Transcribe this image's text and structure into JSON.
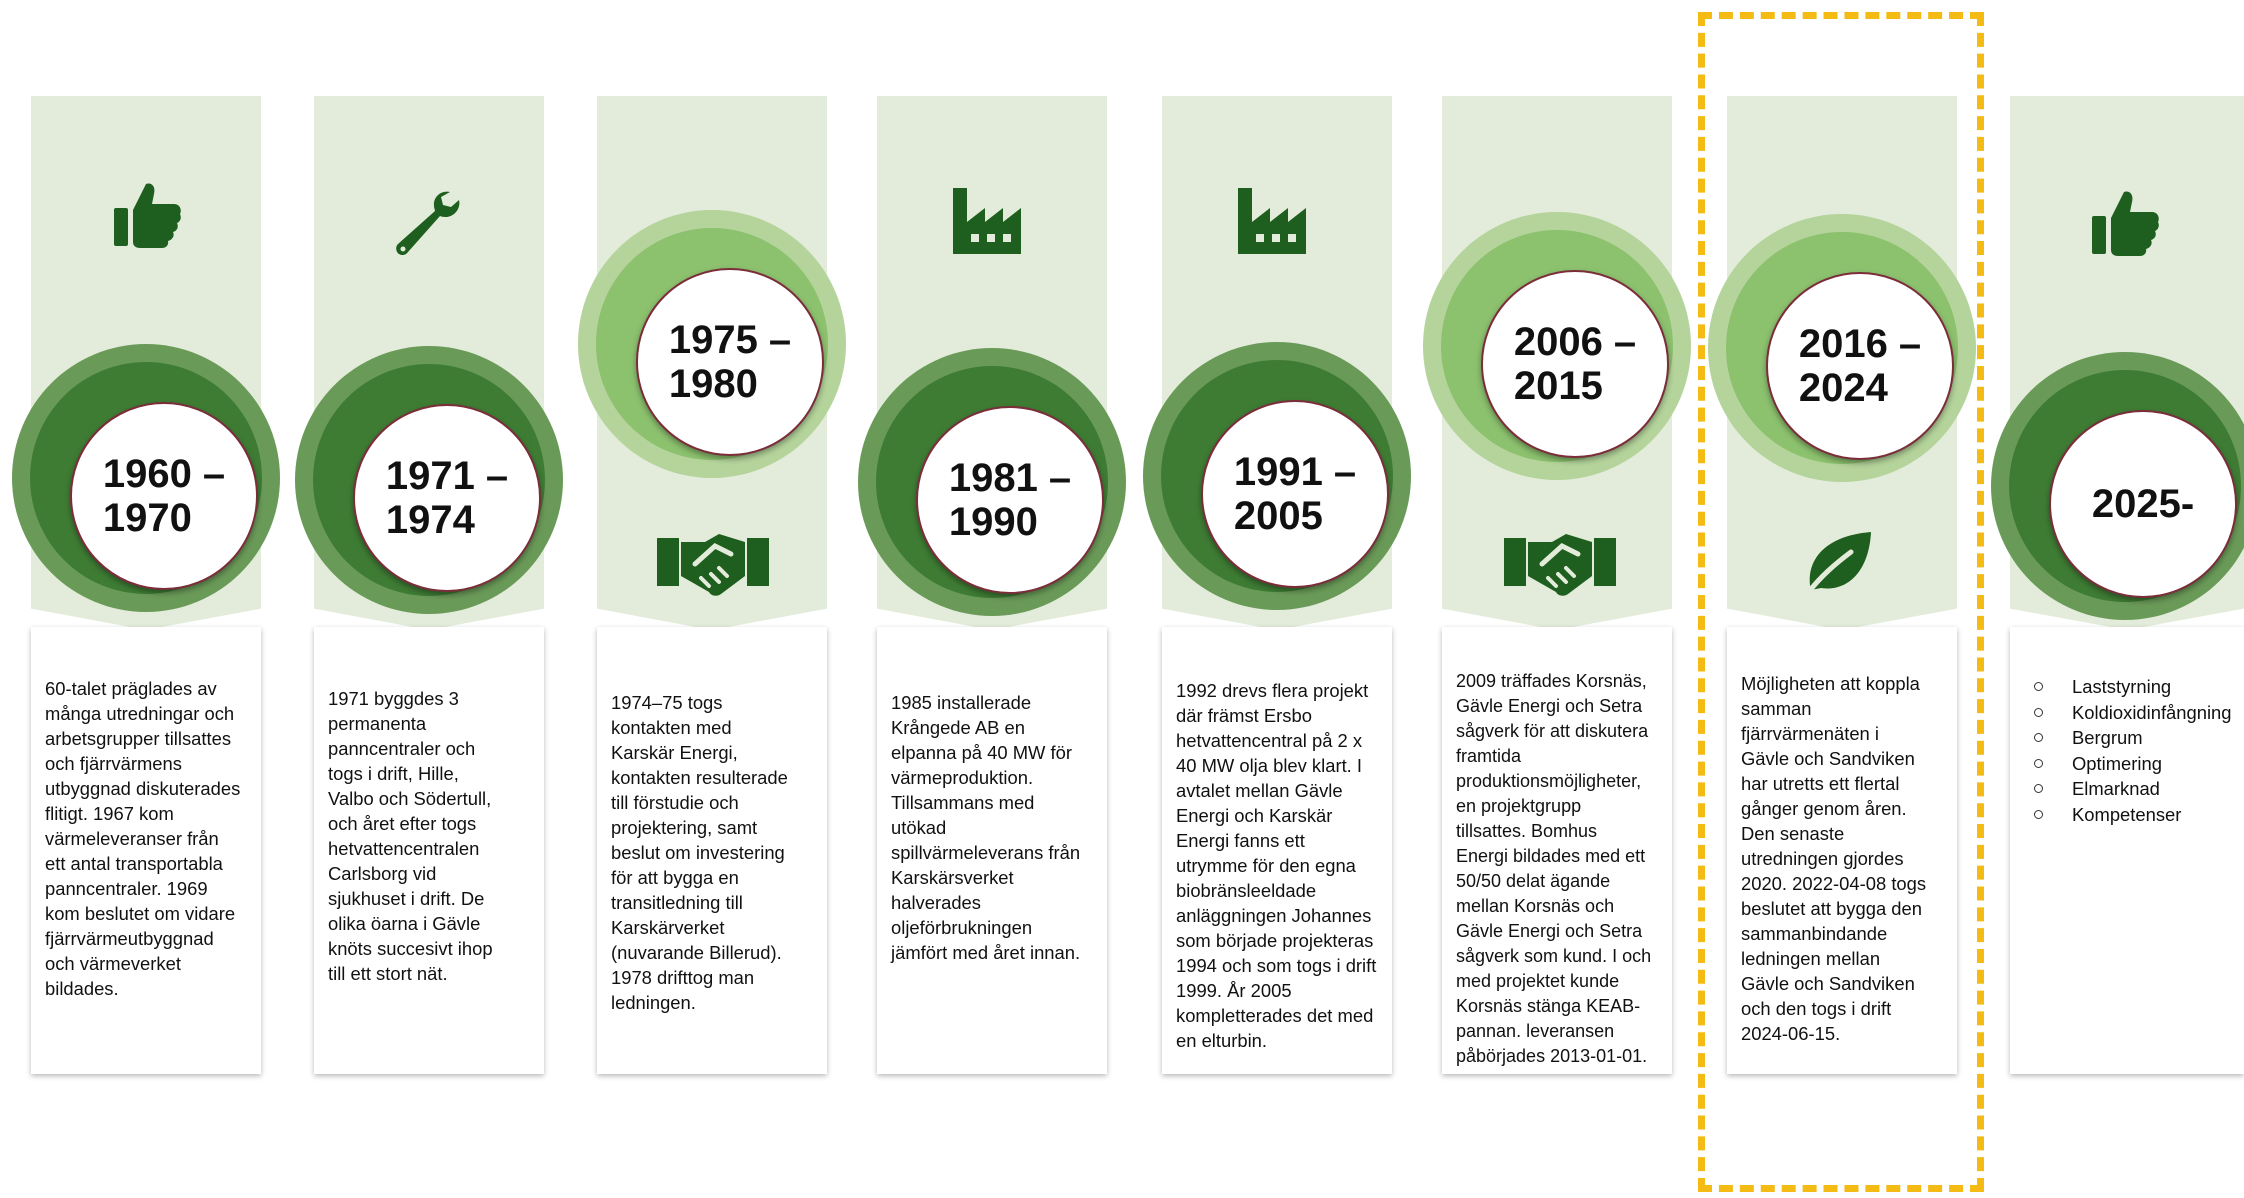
{
  "colors": {
    "band": "#e3ecda",
    "icon_green": "#1e5e1e",
    "ring_dark": "#3e7c34",
    "ring_light": "#8cc16e",
    "highlight": "#f4bb14"
  },
  "periods": [
    {
      "year": "1960 –\n1970",
      "icon": "thumbs-up-icon",
      "text": "60-talet präglades av\nmånga utredningar och\narbetsgrupper tillsattes\noch fjärrvärmens\nutbyggnad diskuterades\nflitigt. 1967 kom\nvärmeleveranser från\nett antal transportabla\npanncentraler. 1969\nkom beslutet om vidare\nfjärrvärmeutbyggnad\noch värmeverket\nbildades."
    },
    {
      "year": "1971 –\n1974",
      "icon": "wrench-icon",
      "text": "1971 byggdes 3\npermanenta\npanncentraler och\ntogs i drift, Hille,\nValbo och Södertull,\noch året efter togs\nhetvattencentralen\nCarlsborg vid\nsjukhuset i drift. De\nolika öarna i Gävle\nknöts succesivt ihop\ntill ett stort nät."
    },
    {
      "year": "1975 –\n1980",
      "icon": "handshake-icon",
      "text": "1974–75 togs\nkontakten med\nKarskär Energi,\nkontakten resulterade\ntill förstudie och\nprojektering, samt\nbeslut om investering\nför att bygga en\ntransitledning till\nKarskärverket\n(nuvarande Billerud).\n1978 drifttog man\nledningen."
    },
    {
      "year": "1981 –\n1990",
      "icon": "factory-icon",
      "text": "1985 installerade\nKrångede AB en\nelpanna på 40 MW för\nvärmeproduktion.\nTillsammans med\nutökad\nspillvärmeleverans från\nKarskärsverket\nhalverades\noljeförbrukningen\njämfört med året innan."
    },
    {
      "year": "1991 –\n2005",
      "icon": "factory-icon",
      "text": "1992 drevs flera projekt\ndär främst Ersbo\nhetvattencentral på 2 x\n40 MW olja blev klart. I\navtalet mellan Gävle\nEnergi och Karskär\nEnergi fanns ett\nutrymme för den egna\nbiobränsleeldade\nanläggningen Johannes\nsom började projekteras\n1994 och som togs i drift\n1999. År 2005\nkompletterades det med\nen elturbin."
    },
    {
      "year": "2006 –\n2015",
      "icon": "handshake-icon",
      "text": "2009 träffades Korsnäs,\nGävle Energi och Setra\nsågverk för att diskutera\nframtida\nproduktionsmöjligheter,\nen projektgrupp\ntillsattes. Bomhus\nEnergi bildades med ett\n50/50 delat ägande\nmellan Korsnäs och\nGävle Energi och Setra\nsågverk som kund. I och\nmed projektet kunde\nKorsnäs stänga KEAB-\npannan. leveransen\npåbörjades 2013-01-01."
    },
    {
      "year": "2016 –\n2024",
      "icon": "leaf-icon",
      "text": "Möjligheten att koppla\nsamman\nfjärrvärmenäten i\nGävle och Sandviken\nhar utretts ett flertal\ngånger genom åren.\nDen senaste\nutredningen gjordes\n2020. 2022-04-08 togs\nbeslutet att bygga den\nsammanbindande\nledningen mellan\nGävle och Sandviken\noch den togs i drift\n2024-06-15."
    },
    {
      "year": "2025-",
      "icon": "thumbs-up-icon",
      "bullets": [
        "Laststyrning",
        "Koldioxidinfångning",
        "Bergrum",
        "Optimering",
        "Elmarknad",
        "Kompetenser"
      ]
    }
  ]
}
